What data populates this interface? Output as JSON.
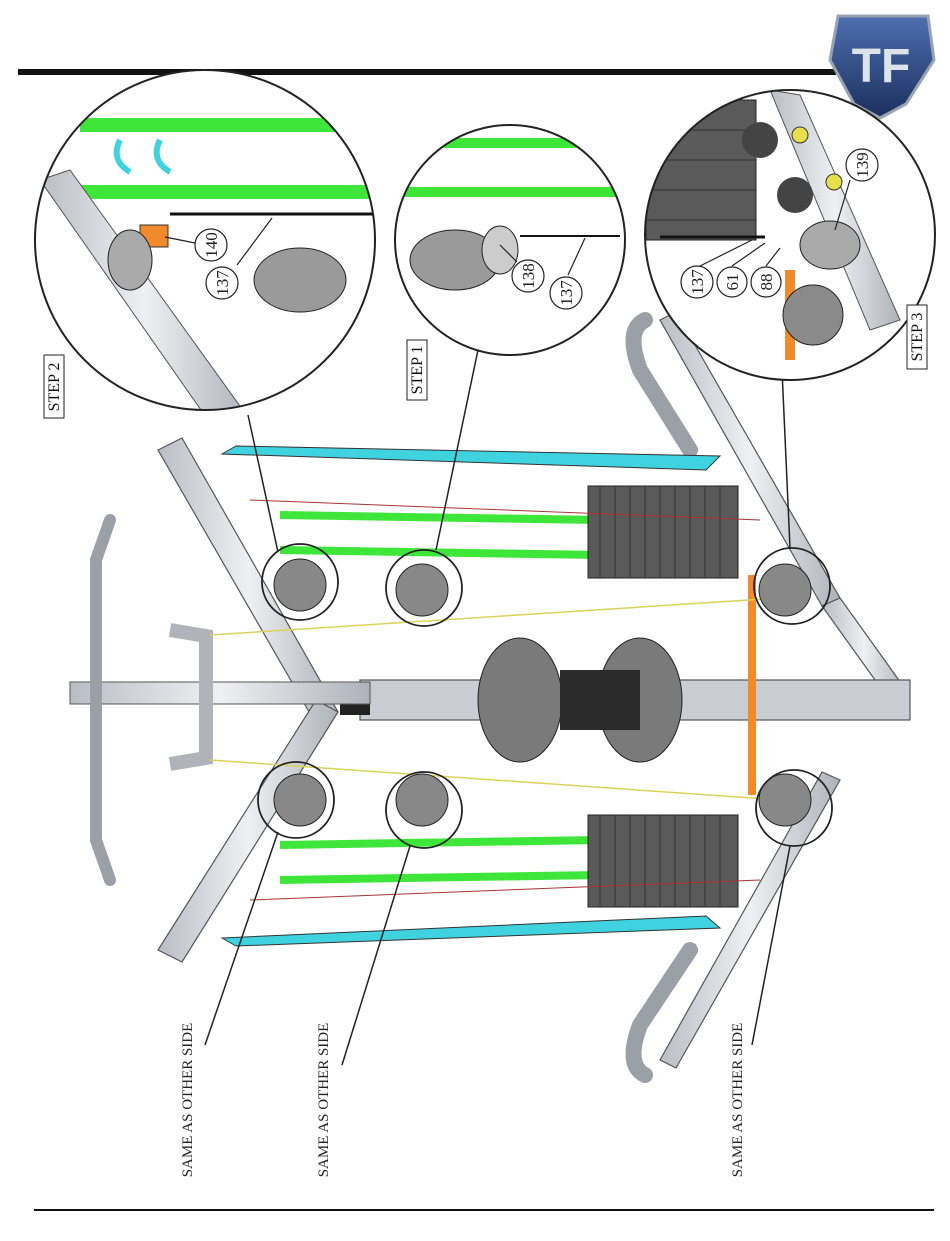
{
  "steps": {
    "step1": "STEP 1",
    "step2": "STEP 2",
    "step3": "STEP 3"
  },
  "callouts": {
    "c137a": "137",
    "c140": "140",
    "c137b": "137",
    "c138": "138",
    "c137c": "137",
    "c61": "61",
    "c88": "88",
    "c139": "139"
  },
  "notes": {
    "side1": "SAME AS OTHER SIDE",
    "side2": "SAME AS OTHER SIDE",
    "side3": "SAME AS OTHER SIDE"
  },
  "colors": {
    "frame": "#cfd3d8",
    "cable_green": "#3ee63a",
    "upright_cyan": "#3fd3e0",
    "weight_stack": "#555555",
    "orange": "#f08a2a",
    "logo_blue": "#2c4a86"
  },
  "logo": {
    "text": "TF"
  }
}
